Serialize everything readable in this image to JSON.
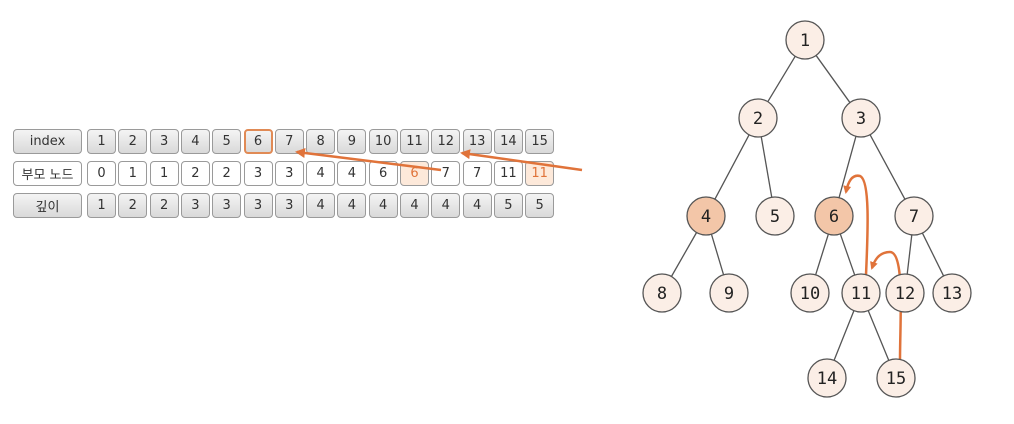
{
  "table": {
    "row_headers": [
      "index",
      "부모 노드",
      "깊이"
    ],
    "index": [
      1,
      2,
      3,
      4,
      5,
      6,
      7,
      8,
      9,
      10,
      11,
      12,
      13,
      14,
      15
    ],
    "parent": [
      0,
      1,
      1,
      2,
      2,
      3,
      3,
      4,
      4,
      6,
      6,
      7,
      7,
      11,
      11
    ],
    "depth": [
      1,
      2,
      2,
      3,
      3,
      3,
      3,
      4,
      4,
      4,
      4,
      4,
      4,
      5,
      5
    ],
    "highlight_color": "#e0733a",
    "highlight_fill": "#fde9da"
  },
  "tree": {
    "nodes": [
      {
        "id": 1,
        "label": "1",
        "fill": "#fbeee6"
      },
      {
        "id": 2,
        "label": "2",
        "fill": "#fbeee6"
      },
      {
        "id": 3,
        "label": "3",
        "fill": "#fbeee6"
      },
      {
        "id": 4,
        "label": "4",
        "fill": "#f3c6a8"
      },
      {
        "id": 5,
        "label": "5",
        "fill": "#fbeee6"
      },
      {
        "id": 6,
        "label": "6",
        "fill": "#f3c6a8"
      },
      {
        "id": 7,
        "label": "7",
        "fill": "#fbeee6"
      },
      {
        "id": 8,
        "label": "8",
        "fill": "#fbeee6"
      },
      {
        "id": 9,
        "label": "9",
        "fill": "#fbeee6"
      },
      {
        "id": 10,
        "label": "10",
        "fill": "#fbeee6"
      },
      {
        "id": 11,
        "label": "11",
        "fill": "#fbeee6"
      },
      {
        "id": 12,
        "label": "12",
        "fill": "#fbeee6"
      },
      {
        "id": 13,
        "label": "13",
        "fill": "#fbeee6"
      },
      {
        "id": 14,
        "label": "14",
        "fill": "#fbeee6"
      },
      {
        "id": 15,
        "label": "15",
        "fill": "#fbeee6"
      }
    ],
    "edges": [
      [
        1,
        2
      ],
      [
        1,
        3
      ],
      [
        2,
        4
      ],
      [
        2,
        5
      ],
      [
        3,
        6
      ],
      [
        3,
        7
      ],
      [
        4,
        8
      ],
      [
        4,
        9
      ],
      [
        6,
        10
      ],
      [
        6,
        11
      ],
      [
        7,
        12
      ],
      [
        7,
        13
      ],
      [
        11,
        14
      ],
      [
        11,
        15
      ]
    ],
    "node_stroke": "#555555",
    "arrow_color": "#e0733a"
  }
}
